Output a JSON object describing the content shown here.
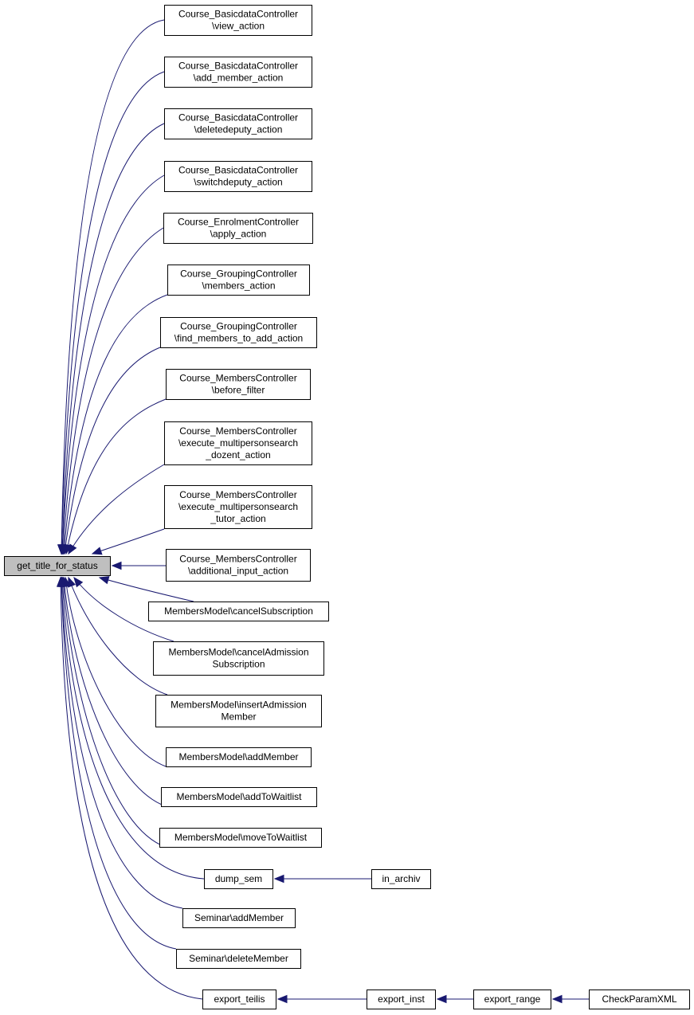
{
  "graph": {
    "root": "get_title_for_status",
    "nodes": [
      {
        "id": "get_title_for_status",
        "lines": [
          "get_title_for_status"
        ],
        "root": true
      },
      {
        "id": "bdc_view",
        "lines": [
          "Course_BasicdataController",
          "\\view_action"
        ]
      },
      {
        "id": "bdc_add_member",
        "lines": [
          "Course_BasicdataController",
          "\\add_member_action"
        ]
      },
      {
        "id": "bdc_deletedeputy",
        "lines": [
          "Course_BasicdataController",
          "\\deletedeputy_action"
        ]
      },
      {
        "id": "bdc_switchdeputy",
        "lines": [
          "Course_BasicdataController",
          "\\switchdeputy_action"
        ]
      },
      {
        "id": "ec_apply",
        "lines": [
          "Course_EnrolmentController",
          "\\apply_action"
        ]
      },
      {
        "id": "gc_members",
        "lines": [
          "Course_GroupingController",
          "\\members_action"
        ]
      },
      {
        "id": "gc_find_members",
        "lines": [
          "Course_GroupingController",
          "\\find_members_to_add_action"
        ]
      },
      {
        "id": "mc_before_filter",
        "lines": [
          "Course_MembersController",
          "\\before_filter"
        ]
      },
      {
        "id": "mc_exec_dozent",
        "lines": [
          "Course_MembersController",
          "\\execute_multipersonsearch",
          "_dozent_action"
        ]
      },
      {
        "id": "mc_exec_tutor",
        "lines": [
          "Course_MembersController",
          "\\execute_multipersonsearch",
          "_tutor_action"
        ]
      },
      {
        "id": "mc_additional_input",
        "lines": [
          "Course_MembersController",
          "\\additional_input_action"
        ]
      },
      {
        "id": "mm_cancel_subscription",
        "lines": [
          "MembersModel\\cancelSubscription"
        ]
      },
      {
        "id": "mm_cancel_admission",
        "lines": [
          "MembersModel\\cancelAdmission",
          "Subscription"
        ]
      },
      {
        "id": "mm_insert_admission",
        "lines": [
          "MembersModel\\insertAdmission",
          "Member"
        ]
      },
      {
        "id": "mm_add_member",
        "lines": [
          "MembersModel\\addMember"
        ]
      },
      {
        "id": "mm_add_to_waitlist",
        "lines": [
          "MembersModel\\addToWaitlist"
        ]
      },
      {
        "id": "mm_move_to_waitlist",
        "lines": [
          "MembersModel\\moveToWaitlist"
        ]
      },
      {
        "id": "dump_sem",
        "lines": [
          "dump_sem"
        ]
      },
      {
        "id": "in_archiv",
        "lines": [
          "in_archiv"
        ]
      },
      {
        "id": "seminar_add_member",
        "lines": [
          "Seminar\\addMember"
        ]
      },
      {
        "id": "seminar_delete_member",
        "lines": [
          "Seminar\\deleteMember"
        ]
      },
      {
        "id": "export_teilis",
        "lines": [
          "export_teilis"
        ]
      },
      {
        "id": "export_inst",
        "lines": [
          "export_inst"
        ]
      },
      {
        "id": "export_range",
        "lines": [
          "export_range"
        ]
      },
      {
        "id": "check_param_xml",
        "lines": [
          "CheckParamXML"
        ]
      }
    ],
    "edges": [
      {
        "from": "bdc_view",
        "to": "get_title_for_status"
      },
      {
        "from": "bdc_add_member",
        "to": "get_title_for_status"
      },
      {
        "from": "bdc_deletedeputy",
        "to": "get_title_for_status"
      },
      {
        "from": "bdc_switchdeputy",
        "to": "get_title_for_status"
      },
      {
        "from": "ec_apply",
        "to": "get_title_for_status"
      },
      {
        "from": "gc_members",
        "to": "get_title_for_status"
      },
      {
        "from": "gc_find_members",
        "to": "get_title_for_status"
      },
      {
        "from": "mc_before_filter",
        "to": "get_title_for_status"
      },
      {
        "from": "mc_exec_dozent",
        "to": "get_title_for_status"
      },
      {
        "from": "mc_exec_tutor",
        "to": "get_title_for_status"
      },
      {
        "from": "mc_additional_input",
        "to": "get_title_for_status"
      },
      {
        "from": "mm_cancel_subscription",
        "to": "get_title_for_status"
      },
      {
        "from": "mm_cancel_admission",
        "to": "get_title_for_status"
      },
      {
        "from": "mm_insert_admission",
        "to": "get_title_for_status"
      },
      {
        "from": "mm_add_member",
        "to": "get_title_for_status"
      },
      {
        "from": "mm_add_to_waitlist",
        "to": "get_title_for_status"
      },
      {
        "from": "mm_move_to_waitlist",
        "to": "get_title_for_status"
      },
      {
        "from": "dump_sem",
        "to": "get_title_for_status"
      },
      {
        "from": "in_archiv",
        "to": "dump_sem"
      },
      {
        "from": "seminar_add_member",
        "to": "get_title_for_status"
      },
      {
        "from": "seminar_delete_member",
        "to": "get_title_for_status"
      },
      {
        "from": "export_teilis",
        "to": "get_title_for_status"
      },
      {
        "from": "export_inst",
        "to": "export_teilis"
      },
      {
        "from": "export_range",
        "to": "export_inst"
      },
      {
        "from": "check_param_xml",
        "to": "export_range"
      }
    ],
    "colors": {
      "edge": "#191970",
      "node_border": "#000000",
      "node_fill": "#ffffff",
      "root_fill": "#bfbfbf"
    }
  }
}
